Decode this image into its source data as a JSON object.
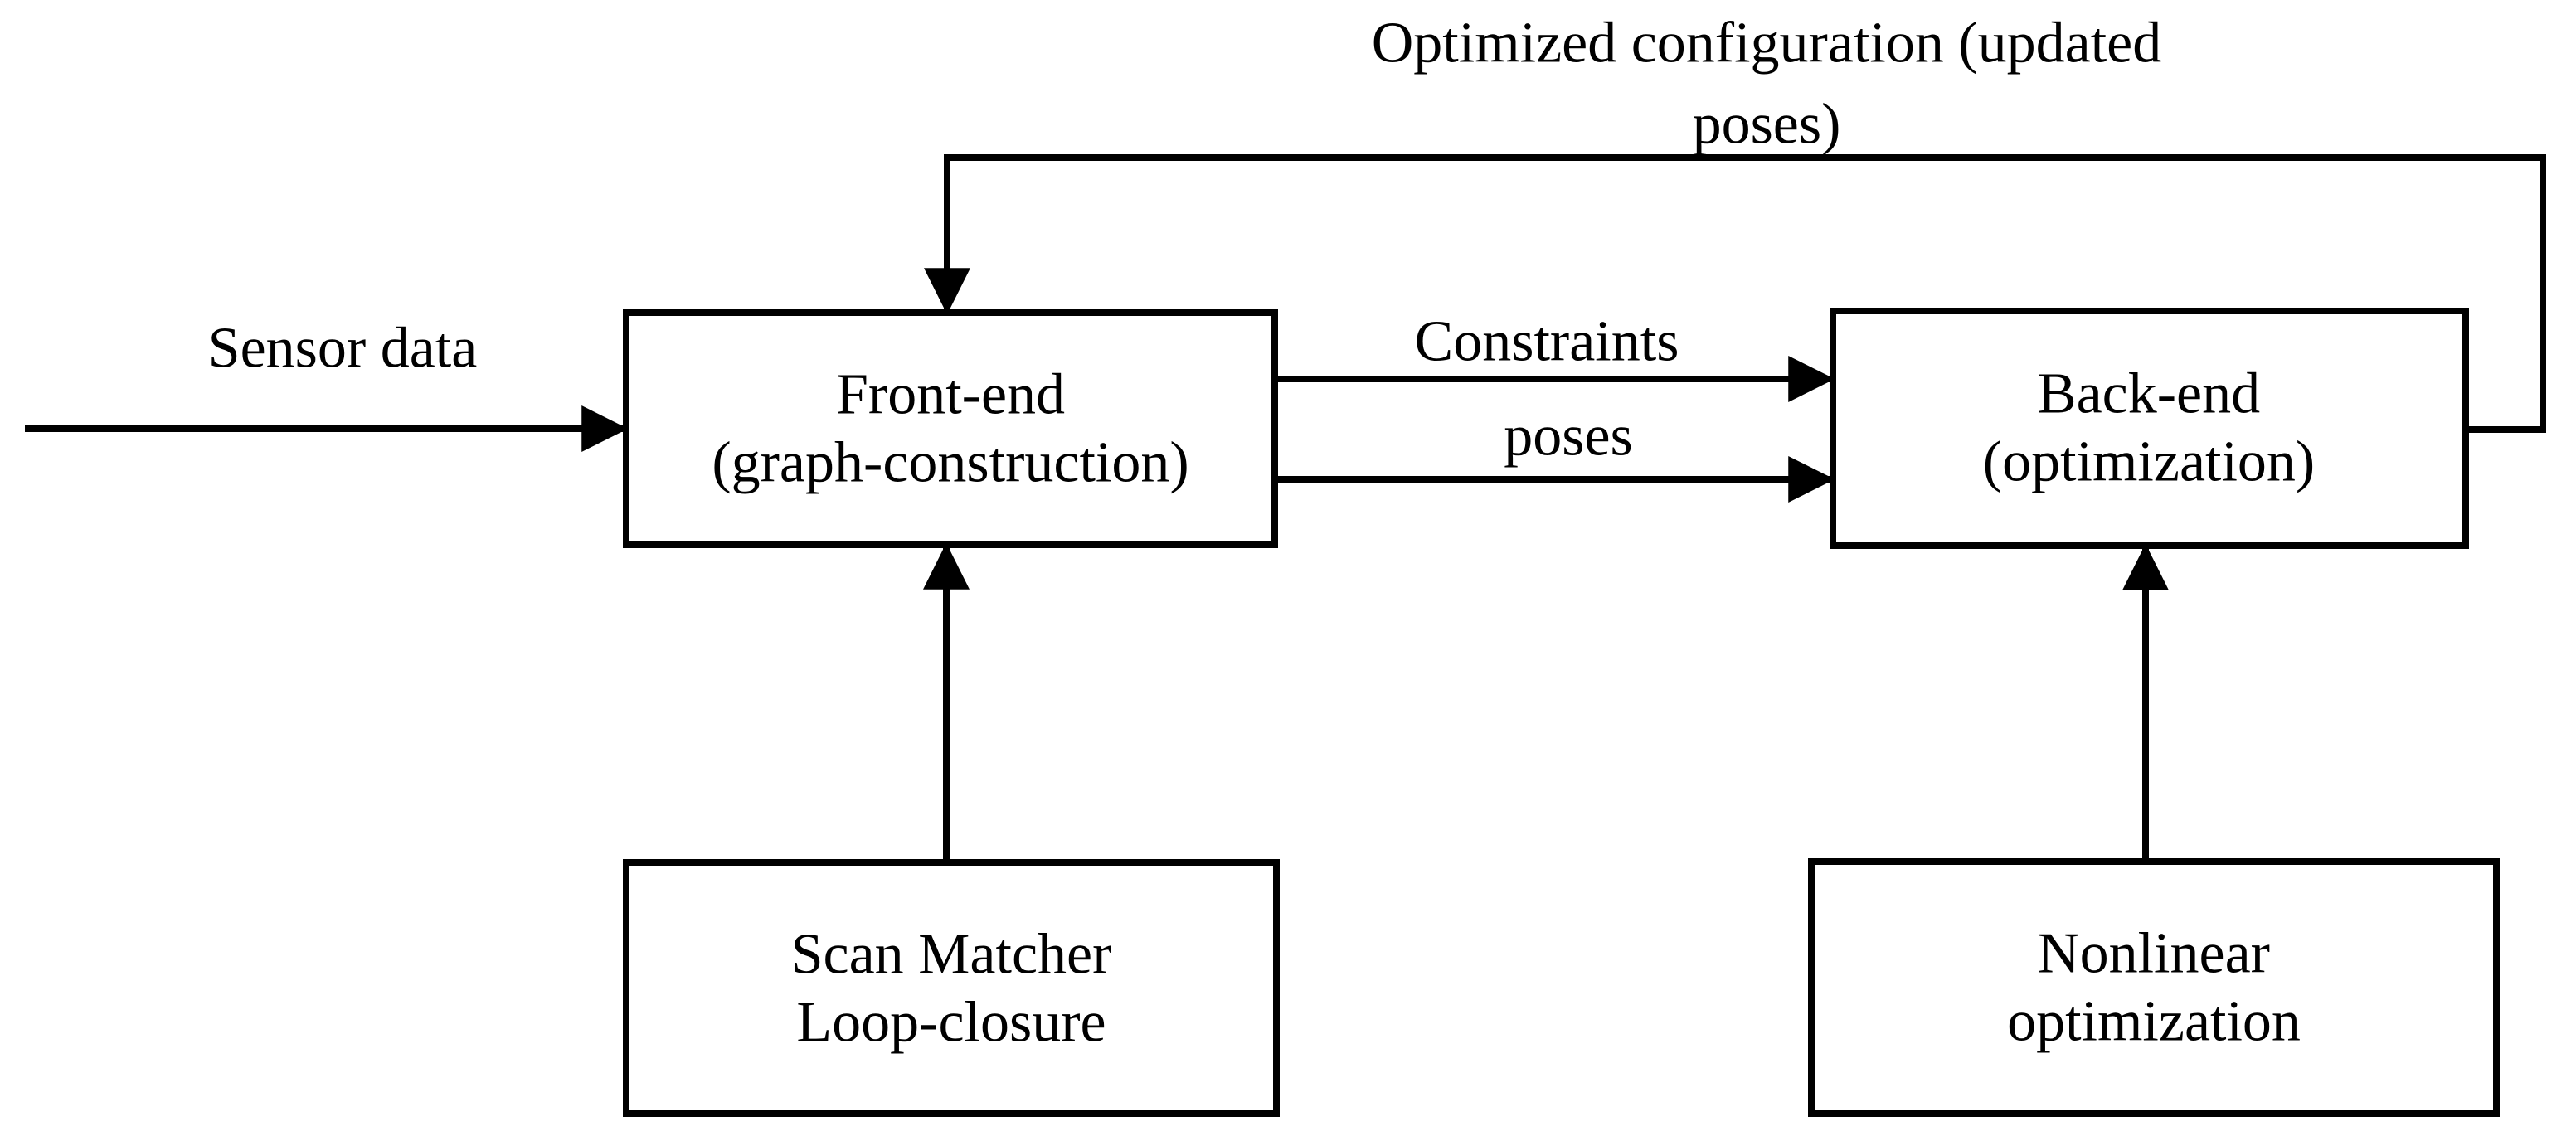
{
  "figure": {
    "background_color": "#ffffff",
    "line_color": "#000000",
    "boxes": {
      "front_end": {
        "line1": "Front-end",
        "line2": "(graph-construction)"
      },
      "back_end": {
        "line1": "Back-end",
        "line2": "(optimization)"
      },
      "scan_matcher": {
        "line1": "Scan Matcher",
        "line2": "Loop-closure"
      },
      "nonlinear_optimization": {
        "line1": "Nonlinear",
        "line2": "optimization"
      }
    },
    "edge_labels": {
      "feedback_line1": "Optimized configuration (updated",
      "feedback_line2": "poses)",
      "sensor_data": "Sensor data",
      "constraints": "Constraints",
      "poses": "poses"
    }
  }
}
